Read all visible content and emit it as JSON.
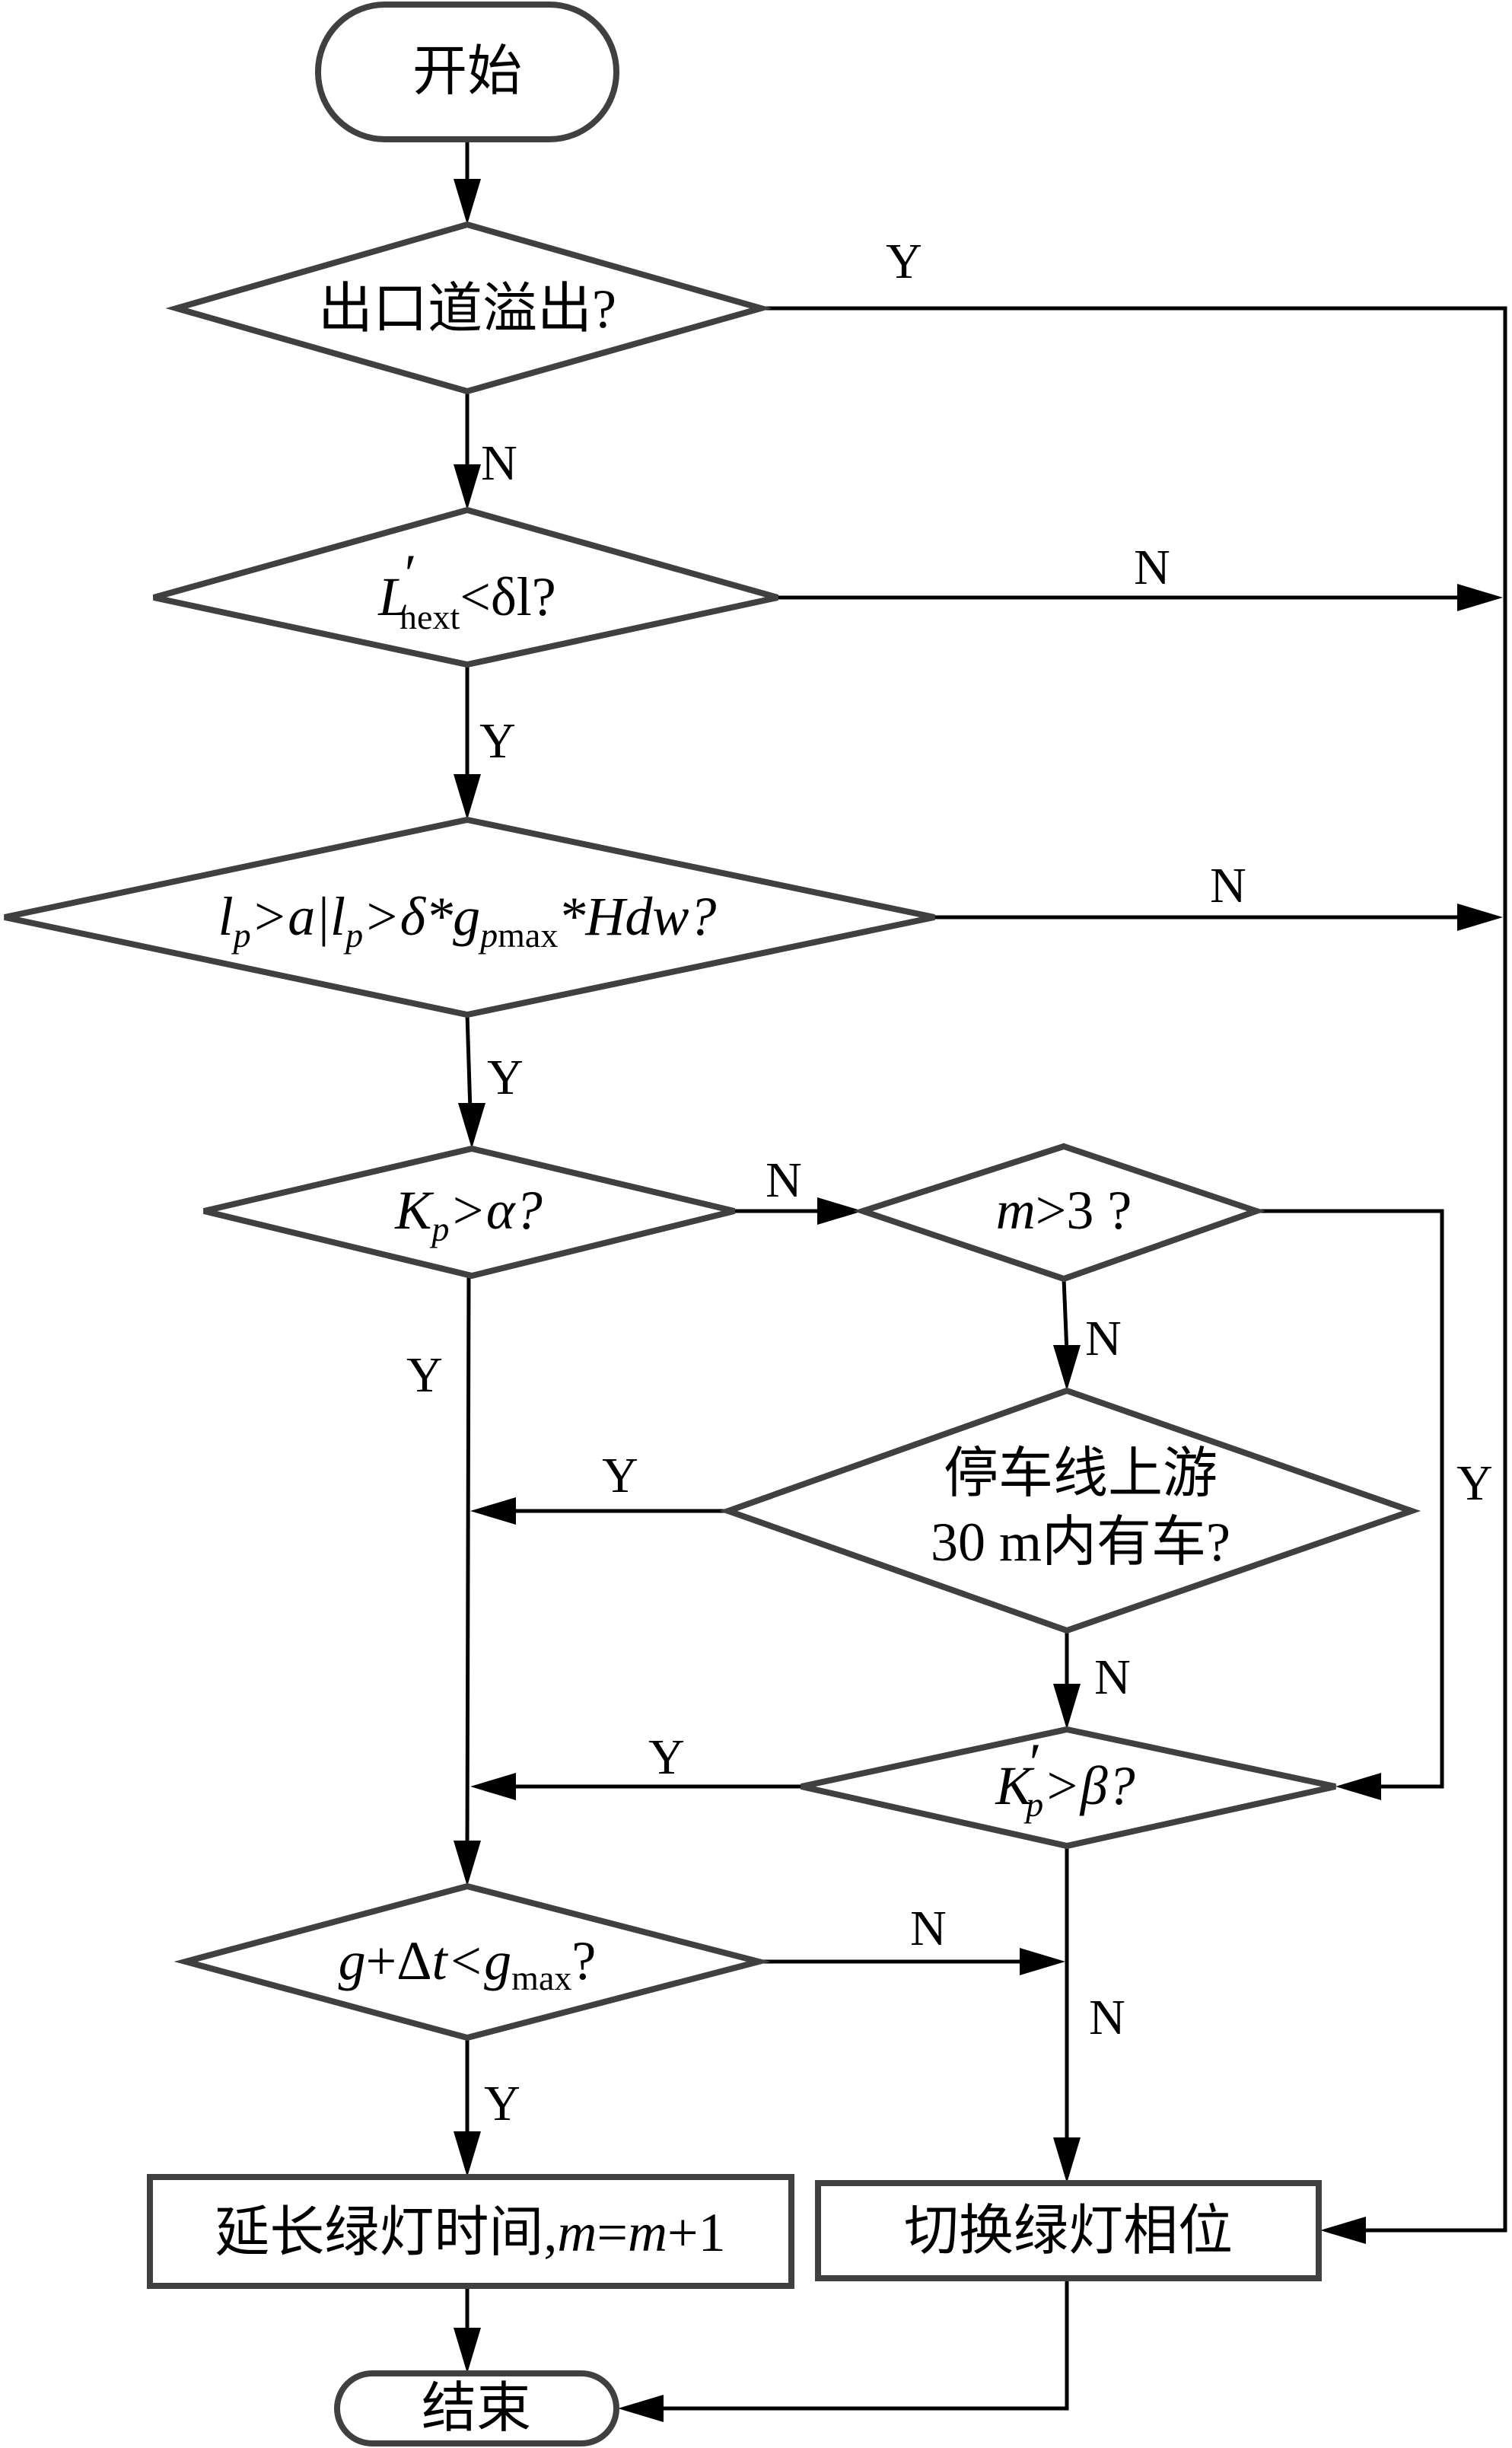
{
  "flowchart": {
    "start": {
      "label": "开始"
    },
    "end": {
      "label": "结束"
    },
    "decisions": {
      "exit_overflow": {
        "label": "出口道溢出?"
      },
      "next_length": {
        "L": "L",
        "prime": "′",
        "sub": "next",
        "rest": "<δl?"
      },
      "queue_length": {
        "p1": "l",
        "s1": "p",
        "p2": ">a|",
        "p3": "l",
        "s3": "p",
        "p4": ">δ*g",
        "s4": "p",
        "s4b": "max",
        "p5": "*Hdw?"
      },
      "kp_alpha": {
        "K": "K",
        "sub": "p",
        "rest": ">α?"
      },
      "m_gt_3": {
        "m": "m",
        "rest": ">3 ?"
      },
      "vehicle_upstream": {
        "line1": "停车线上游",
        "line2": "30 m内有车?"
      },
      "kp_prime_beta": {
        "K": "K",
        "prime": "′",
        "sub": "p",
        "rest": ">β?"
      },
      "green_time": {
        "g": "g",
        "plus": "+Δ",
        "t": "t",
        "lt": "<g",
        "sub": "max",
        "q": "?"
      }
    },
    "processes": {
      "extend_green": {
        "text": "延长绿灯时间,",
        "m1": "m",
        "eq": "=",
        "m2": "m",
        "plus": "+1"
      },
      "switch_phase": {
        "label": "切换绿灯相位"
      }
    },
    "edge_labels": {
      "exit_overflow_yes": "Y",
      "exit_overflow_no": "N",
      "next_length_no": "N",
      "next_length_yes": "Y",
      "queue_length_no": "N",
      "queue_length_yes": "Y",
      "kp_alpha_no": "N",
      "kp_alpha_yes": "Y",
      "m_gt_3_no": "N",
      "m_gt_3_yes": "Y",
      "vehicle_upstream_yes": "Y",
      "vehicle_upstream_no": "N",
      "kp_prime_beta_yes": "Y",
      "kp_prime_beta_no": "N",
      "green_time_no": "N",
      "green_time_yes": "Y"
    }
  }
}
